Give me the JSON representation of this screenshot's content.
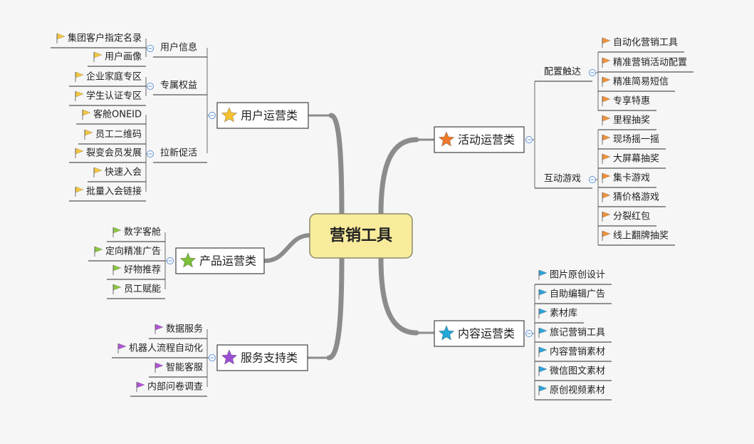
{
  "root": {
    "label": "营销工具",
    "fill": "#f8ec9c",
    "stroke": "#8a8a6a"
  },
  "colors": {
    "connector": "#8c8c8c",
    "underline": "#555555",
    "collapse": "#5b8fd6",
    "flag_user": "#f3c63f",
    "flag_activity": "#f0923a",
    "flag_product": "#8bc63f",
    "flag_service": "#b055d6",
    "flag_content": "#2ea3da",
    "star_user": "#f5c12e",
    "star_activity": "#f07a2a",
    "star_product": "#7cc03a",
    "star_service": "#9b4fd4",
    "star_content": "#23a8d8"
  },
  "branches": {
    "user": {
      "label": "用户运营类",
      "groups": [
        {
          "label": "用户信息",
          "items": [
            "集团客户指定名录",
            "用户画像"
          ]
        },
        {
          "label": "专属权益",
          "items": [
            "企业家庭专区",
            "学生认证专区"
          ]
        },
        {
          "label": "拉新促活",
          "items": [
            "客舱ONEID",
            "员工二维码",
            "裂变会员发展",
            "快速入会",
            "批量入会链接"
          ]
        }
      ]
    },
    "product": {
      "label": "产品运营类",
      "items": [
        "数字客舱",
        "定向精准广告",
        "好物推荐",
        "员工赋能"
      ]
    },
    "service": {
      "label": "服务支持类",
      "items": [
        "数据服务",
        "机器人流程自动化",
        "智能客服",
        "内部问卷调查"
      ]
    },
    "activity": {
      "label": "活动运营类",
      "groups": [
        {
          "label": "配置触达",
          "items": [
            "自动化营销工具",
            "精准营销活动配置",
            "精准简易短信",
            "专享特惠"
          ]
        },
        {
          "label": "互动游戏",
          "items": [
            "里程抽奖",
            "现场摇一摇",
            "大屏幕抽奖",
            "集卡游戏",
            "猜价格游戏",
            "分裂红包",
            "线上翻牌抽奖"
          ]
        }
      ]
    },
    "content": {
      "label": "内容运营类",
      "items": [
        "图片原创设计",
        "自助编辑广告",
        "素材库",
        "旅记营销工具",
        "内容营销素材",
        "微信图文素材",
        "原创视频素材"
      ]
    }
  }
}
